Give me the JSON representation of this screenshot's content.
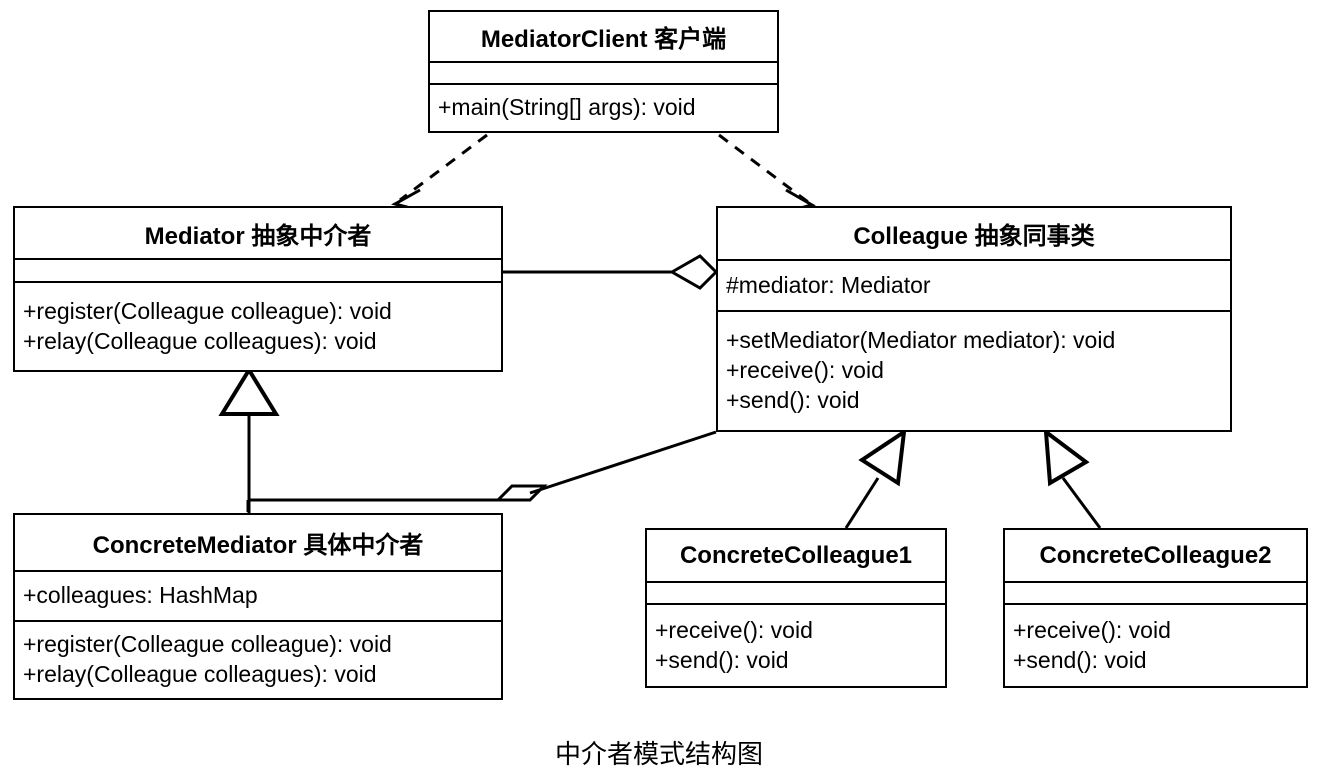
{
  "diagram": {
    "caption": "中介者模式结构图",
    "type": "uml-class-diagram",
    "stroke_color": "#000000",
    "background_color": "#ffffff",
    "classes": {
      "mediator_client": {
        "name": "MediatorClient 客户端",
        "attributes": [],
        "operations": [
          "+main(String[] args): void"
        ]
      },
      "mediator": {
        "name": "Mediator 抽象中介者",
        "attributes": [],
        "operations": [
          "+register(Colleague colleague): void",
          "+relay(Colleague colleagues): void"
        ]
      },
      "colleague": {
        "name": "Colleague 抽象同事类",
        "attributes": [
          "#mediator: Mediator"
        ],
        "operations": [
          "+setMediator(Mediator mediator): void",
          "+receive(): void",
          "+send(): void"
        ]
      },
      "concrete_mediator": {
        "name": "ConcreteMediator 具体中介者",
        "attributes": [
          "+colleagues: HashMap"
        ],
        "operations": [
          "+register(Colleague colleague): void",
          "+relay(Colleague colleagues): void"
        ]
      },
      "concrete_colleague1": {
        "name": "ConcreteColleague1",
        "attributes": [],
        "operations": [
          "+receive(): void",
          "+send(): void"
        ]
      },
      "concrete_colleague2": {
        "name": "ConcreteColleague2",
        "attributes": [],
        "operations": [
          "+receive(): void",
          "+send(): void"
        ]
      }
    },
    "relationships": [
      {
        "kind": "dependency",
        "from": "mediator_client",
        "to": "mediator",
        "style": "dashed",
        "arrow": "open"
      },
      {
        "kind": "dependency",
        "from": "mediator_client",
        "to": "colleague",
        "style": "dashed",
        "arrow": "open"
      },
      {
        "kind": "aggregation",
        "from": "colleague",
        "to": "mediator",
        "style": "solid",
        "arrow": "hollow-diamond"
      },
      {
        "kind": "aggregation",
        "from": "concrete_mediator",
        "to": "colleague",
        "style": "solid",
        "arrow": "hollow-diamond"
      },
      {
        "kind": "generalization",
        "from": "concrete_mediator",
        "to": "mediator",
        "style": "solid",
        "arrow": "hollow-triangle"
      },
      {
        "kind": "generalization",
        "from": "concrete_colleague1",
        "to": "colleague",
        "style": "solid",
        "arrow": "hollow-triangle"
      },
      {
        "kind": "generalization",
        "from": "concrete_colleague2",
        "to": "colleague",
        "style": "solid",
        "arrow": "hollow-triangle"
      }
    ]
  }
}
